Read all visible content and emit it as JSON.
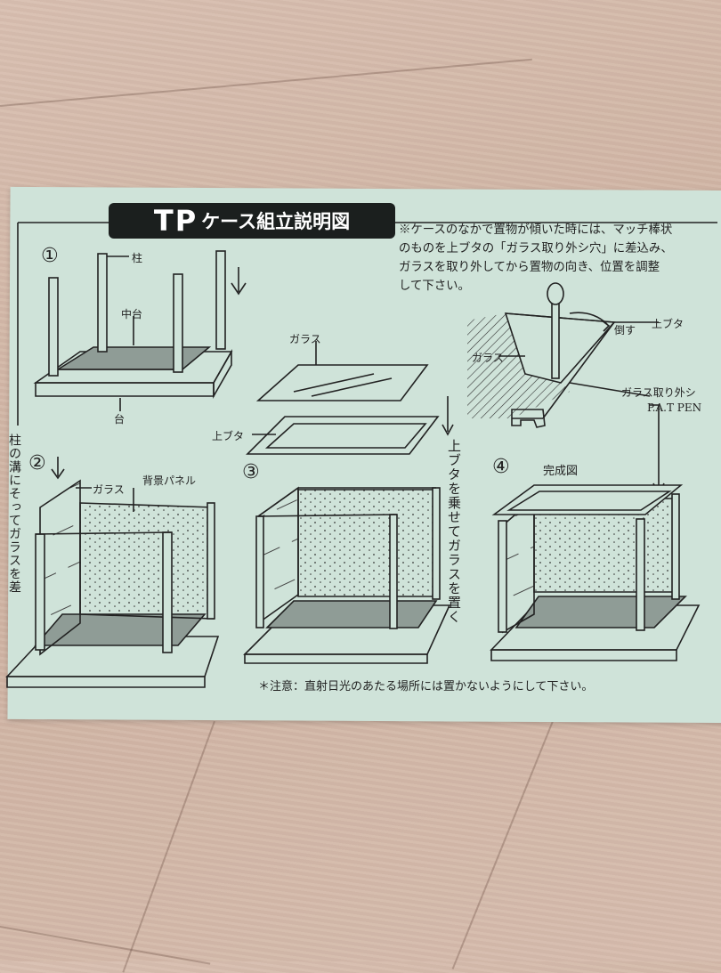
{
  "title": {
    "tp": "TP",
    "rest": "ケース組立説明図"
  },
  "note_lines": [
    "※ケースのなかで置物が傾いた時には、マッチ棒状",
    "のものを上ブタの「ガラス取り外シ穴」に差込み、",
    "ガラスを取り外してから置物の向き、位置を調整",
    "して下さい。"
  ],
  "steps": {
    "step1": "①",
    "step2": "②",
    "step3": "③",
    "step4": "④"
  },
  "labels": {
    "pillar": "柱",
    "middle_base": "中台",
    "base": "台",
    "glass_top": "ガラス",
    "lid": "上ブタ",
    "glass_step2": "ガラス",
    "back_panel": "背景パネル",
    "tip_over": "倒す",
    "lid_detail": "上ブタ",
    "glass_detail": "ガラス",
    "glass_removal_hole": "ガラス取り外シ",
    "pat_pen": "P.A.T PEN",
    "completed": "完成図"
  },
  "vertical_left": "柱の溝にそってガラスを差",
  "vertical_middle": "上ブタを乗せてガラスを置く",
  "caution": "＊注意：直射日光のあたる場所には置かないようにして下さい。"
}
